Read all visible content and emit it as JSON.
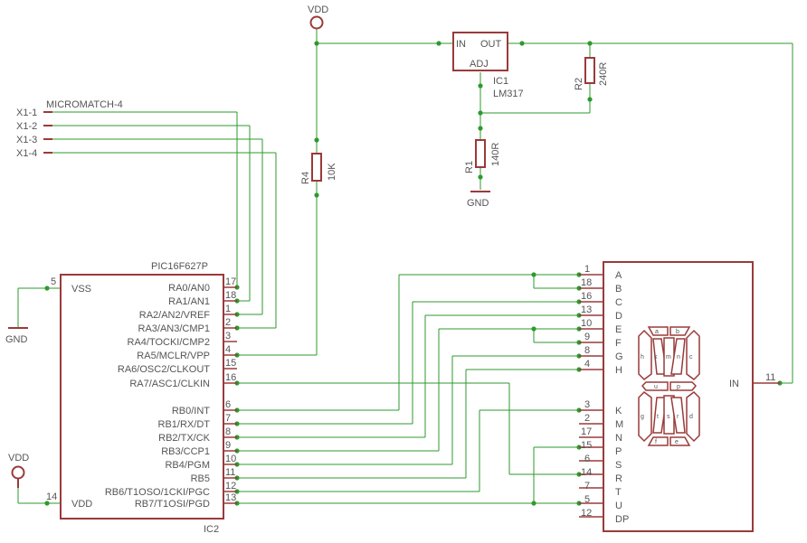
{
  "supply": {
    "vdd_top": "VDD",
    "vdd_left": "VDD"
  },
  "grounds": {
    "gnd_reg": "GND",
    "gnd_mcu": "GND"
  },
  "regulator": {
    "name": "IC1",
    "value": "LM317",
    "pin_in": "IN",
    "pin_out": "OUT",
    "pin_adj": "ADJ"
  },
  "resistors": {
    "r1": {
      "name": "R1",
      "value": "140R"
    },
    "r2": {
      "name": "R2",
      "value": "240R"
    },
    "r4": {
      "name": "R4",
      "value": "10K"
    }
  },
  "connector": {
    "title": "MICROMATCH-4",
    "pins": [
      "X1-1",
      "X1-2",
      "X1-3",
      "X1-4"
    ]
  },
  "mcu": {
    "part": "PIC16F627P",
    "name": "IC2",
    "vss_label": "VSS",
    "vss_pin": "5",
    "vdd_label": "VDD",
    "vdd_pin": "14",
    "right_pins": [
      {
        "label": "RA0/AN0",
        "num": "17"
      },
      {
        "label": "RA1/AN1",
        "num": "18"
      },
      {
        "label": "RA2/AN2/VREF",
        "num": "1"
      },
      {
        "label": "RA3/AN3/CMP1",
        "num": "2"
      },
      {
        "label": "RA4/TOCKI/CMP2",
        "num": "3"
      },
      {
        "label": "RA5/MCLR/VPP",
        "num": "4"
      },
      {
        "label": "RA6/OSC2/CLKOUT",
        "num": "15"
      },
      {
        "label": "RA7/ASC1/CLKIN",
        "num": "16"
      },
      {
        "label": "RB0/INT",
        "num": "6"
      },
      {
        "label": "RB1/RX/DT",
        "num": "7"
      },
      {
        "label": "RB2/TX/CK",
        "num": "8"
      },
      {
        "label": "RB3/CCP1",
        "num": "9"
      },
      {
        "label": "RB4/PGM",
        "num": "10"
      },
      {
        "label": "RB5",
        "num": "11"
      },
      {
        "label": "RB6/T1OSO/1CKI/PGC",
        "num": "12"
      },
      {
        "label": "RB7/T1OSI/PGD",
        "num": "13"
      }
    ]
  },
  "display": {
    "in_label": "IN",
    "in_pin": "11",
    "pins_top": [
      {
        "label": "A",
        "num": "1"
      },
      {
        "label": "B",
        "num": "18"
      },
      {
        "label": "C",
        "num": "16"
      },
      {
        "label": "D",
        "num": "13"
      },
      {
        "label": "E",
        "num": "10"
      },
      {
        "label": "F",
        "num": "9"
      },
      {
        "label": "G",
        "num": "8"
      },
      {
        "label": "H",
        "num": "4"
      }
    ],
    "pins_bottom": [
      {
        "label": "K",
        "num": "3"
      },
      {
        "label": "M",
        "num": "2"
      },
      {
        "label": "N",
        "num": "17"
      },
      {
        "label": "P",
        "num": "15"
      },
      {
        "label": "S",
        "num": "6"
      },
      {
        "label": "R",
        "num": "14"
      },
      {
        "label": "T",
        "num": "7"
      },
      {
        "label": "U",
        "num": "5"
      },
      {
        "label": "DP",
        "num": "12"
      }
    ],
    "segment_letters": [
      "a",
      "b",
      "h",
      "k",
      "m",
      "n",
      "c",
      "u",
      "p",
      "g",
      "t",
      "s",
      "r",
      "d",
      "f",
      "e"
    ]
  }
}
